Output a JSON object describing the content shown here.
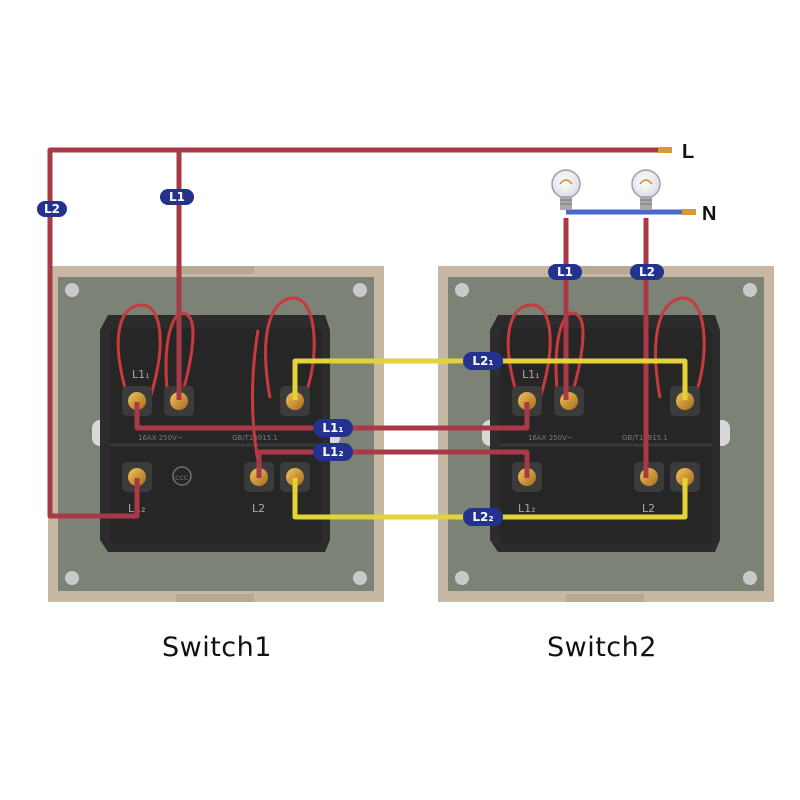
{
  "labels": {
    "line_terminal": "L",
    "neutral_terminal": "N",
    "switch1_caption": "Switch1",
    "switch2_caption": "Switch2"
  },
  "wire_tags": {
    "s1_L2": "L2",
    "s1_L1": "L1",
    "s2_L1": "L1",
    "s2_L2": "L2",
    "L21": "L2₁",
    "L11": "L1₁",
    "L12": "L1₂",
    "L22": "L2₂"
  },
  "switch_print": {
    "rating": "16AX 250V~",
    "standard": "GB/T16915.1",
    "term_L11": "L1₁",
    "term_L12": "L1₂",
    "term_L2": "L2"
  },
  "colors": {
    "live_wire": "#a83a48",
    "neutral_wire": "#4a67c9",
    "traveler_wire": "#e3d335",
    "tag_fill": "#23318f",
    "plate_frame": "#c6b8a2",
    "plate_inner": "#7d8276",
    "module_body": "#2c2c2c"
  },
  "icons": {
    "lamp": "light-bulb-icon",
    "certification": "ccc-mark-icon"
  }
}
